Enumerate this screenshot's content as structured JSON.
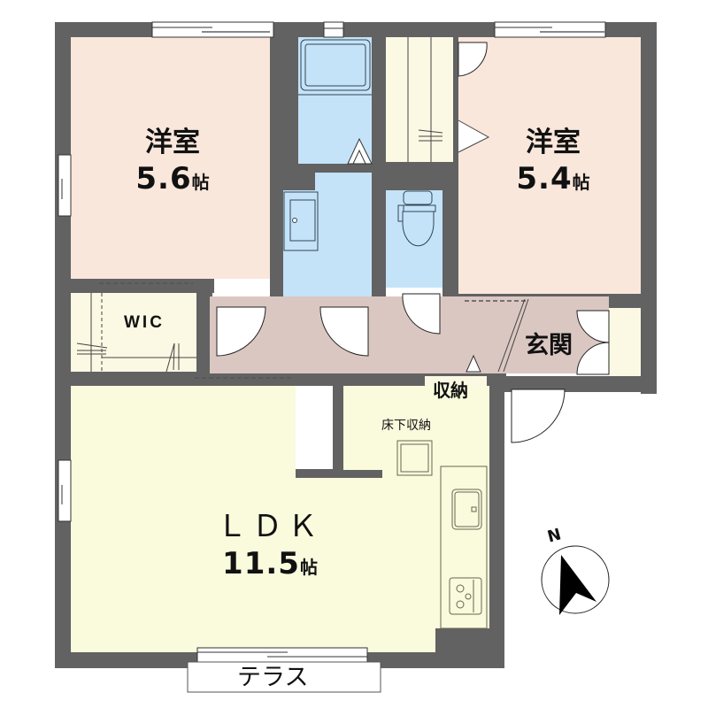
{
  "floorplan": {
    "rooms": [
      {
        "id": "western-1",
        "name": "洋室",
        "size": "5.6",
        "unit": "帖"
      },
      {
        "id": "western-2",
        "name": "洋室",
        "size": "5.4",
        "unit": "帖"
      },
      {
        "id": "wic",
        "name": "WIC"
      },
      {
        "id": "entrance",
        "name": "玄関"
      },
      {
        "id": "storage",
        "name": "収納"
      },
      {
        "id": "underfloor-storage",
        "name": "床下収納"
      },
      {
        "id": "ldk",
        "name": "ＬＤＫ",
        "size": "11.5",
        "unit": "帖"
      },
      {
        "id": "terrace",
        "name": "テラス"
      }
    ],
    "compass": {
      "label": "N"
    },
    "colors": {
      "wall": "#626262",
      "western_room": "#fae7dc",
      "wet_area": "#c4e3f8",
      "storage": "#fbf9e3",
      "ldk": "#fafadc",
      "hallway": "#dbc7c2"
    }
  }
}
